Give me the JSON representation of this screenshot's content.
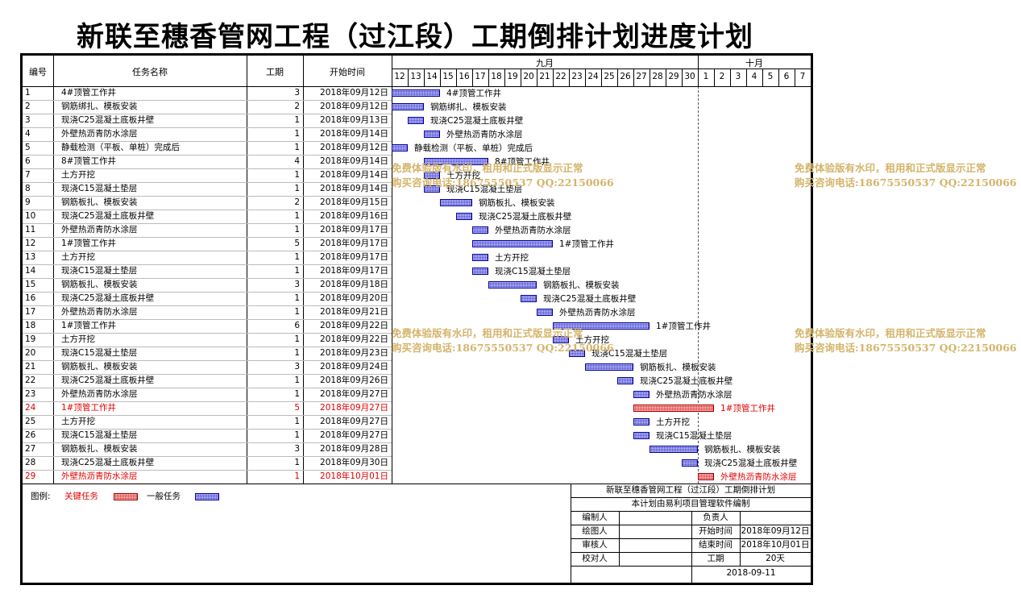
{
  "title": "新联至穗香管网工程（过江段）工期倒排计划进度计划",
  "columns": {
    "id": "编号",
    "name": "任务名称",
    "duration": "工期",
    "start": "开始时间"
  },
  "months": [
    {
      "label": "九月",
      "days": [
        "12",
        "13",
        "14",
        "15",
        "16",
        "17",
        "18",
        "19",
        "20",
        "21",
        "22",
        "23",
        "24",
        "25",
        "26",
        "27",
        "28",
        "29",
        "30"
      ]
    },
    {
      "label": "十月",
      "days": [
        "1",
        "2",
        "3",
        "4",
        "5",
        "6",
        "7"
      ]
    }
  ],
  "colors": {
    "normal": "#3a3ad8",
    "critical": "#e02020",
    "critical_text": "#e00000",
    "watermark": "#d4b46a"
  },
  "chart_data": {
    "type": "gantt",
    "date_range": [
      "2018-09-12",
      "2018-10-07"
    ],
    "tasks": [
      {
        "id": "1",
        "name": "4#顶管工作井",
        "duration": "3",
        "start": "2018年09月12日",
        "start_date": "2018-09-12",
        "critical": false
      },
      {
        "id": "2",
        "name": "钢筋绑扎、模板安装",
        "duration": "2",
        "start": "2018年09月12日",
        "start_date": "2018-09-12",
        "critical": false
      },
      {
        "id": "3",
        "name": "现浇C25混凝土底板井壁",
        "duration": "1",
        "start": "2018年09月13日",
        "start_date": "2018-09-13",
        "critical": false
      },
      {
        "id": "4",
        "name": "外壁热沥青防水涂层",
        "duration": "1",
        "start": "2018年09月14日",
        "start_date": "2018-09-14",
        "critical": false
      },
      {
        "id": "5",
        "name": "静载检测（平板、单桩）完成后",
        "duration": "1",
        "start": "2018年09月12日",
        "start_date": "2018-09-12",
        "critical": false
      },
      {
        "id": "6",
        "name": "8#顶管工作井",
        "duration": "4",
        "start": "2018年09月14日",
        "start_date": "2018-09-14",
        "critical": false
      },
      {
        "id": "7",
        "name": "土方开挖",
        "duration": "1",
        "start": "2018年09月14日",
        "start_date": "2018-09-14",
        "critical": false
      },
      {
        "id": "8",
        "name": "现浇C15混凝土垫层",
        "duration": "1",
        "start": "2018年09月14日",
        "start_date": "2018-09-14",
        "critical": false
      },
      {
        "id": "9",
        "name": "钢筋板扎、模板安装",
        "duration": "2",
        "start": "2018年09月15日",
        "start_date": "2018-09-15",
        "critical": false
      },
      {
        "id": "10",
        "name": "现浇C25混凝土底板井壁",
        "duration": "1",
        "start": "2018年09月16日",
        "start_date": "2018-09-16",
        "critical": false
      },
      {
        "id": "11",
        "name": "外壁热沥青防水涂层",
        "duration": "1",
        "start": "2018年09月17日",
        "start_date": "2018-09-17",
        "critical": false
      },
      {
        "id": "12",
        "name": "1#顶管工作井",
        "duration": "5",
        "start": "2018年09月17日",
        "start_date": "2018-09-17",
        "critical": false
      },
      {
        "id": "13",
        "name": "土方开挖",
        "duration": "1",
        "start": "2018年09月17日",
        "start_date": "2018-09-17",
        "critical": false
      },
      {
        "id": "14",
        "name": "现浇C15混凝土垫层",
        "duration": "1",
        "start": "2018年09月17日",
        "start_date": "2018-09-17",
        "critical": false
      },
      {
        "id": "15",
        "name": "钢筋板扎、模板安装",
        "duration": "3",
        "start": "2018年09月18日",
        "start_date": "2018-09-18",
        "critical": false
      },
      {
        "id": "16",
        "name": "现浇C25混凝土底板井壁",
        "duration": "1",
        "start": "2018年09月20日",
        "start_date": "2018-09-20",
        "critical": false
      },
      {
        "id": "17",
        "name": "外壁热沥青防水涂层",
        "duration": "1",
        "start": "2018年09月21日",
        "start_date": "2018-09-21",
        "critical": false
      },
      {
        "id": "18",
        "name": "1#顶管工作井",
        "duration": "6",
        "start": "2018年09月22日",
        "start_date": "2018-09-22",
        "critical": false
      },
      {
        "id": "19",
        "name": "土方开挖",
        "duration": "1",
        "start": "2018年09月22日",
        "start_date": "2018-09-22",
        "critical": false
      },
      {
        "id": "20",
        "name": "现浇C15混凝土垫层",
        "duration": "1",
        "start": "2018年09月23日",
        "start_date": "2018-09-23",
        "critical": false
      },
      {
        "id": "21",
        "name": "钢筋板扎、模板安装",
        "duration": "3",
        "start": "2018年09月24日",
        "start_date": "2018-09-24",
        "critical": false
      },
      {
        "id": "22",
        "name": "现浇C25混凝土底板井壁",
        "duration": "1",
        "start": "2018年09月26日",
        "start_date": "2018-09-26",
        "critical": false
      },
      {
        "id": "23",
        "name": "外壁热沥青防水涂层",
        "duration": "1",
        "start": "2018年09月27日",
        "start_date": "2018-09-27",
        "critical": false
      },
      {
        "id": "24",
        "name": "1#顶管工作井",
        "duration": "5",
        "start": "2018年09月27日",
        "start_date": "2018-09-27",
        "critical": true
      },
      {
        "id": "25",
        "name": "土方开挖",
        "duration": "1",
        "start": "2018年09月27日",
        "start_date": "2018-09-27",
        "critical": false
      },
      {
        "id": "26",
        "name": "现浇C15混凝土垫层",
        "duration": "1",
        "start": "2018年09月27日",
        "start_date": "2018-09-27",
        "critical": false
      },
      {
        "id": "27",
        "name": "钢筋板扎、模板安装",
        "duration": "3",
        "start": "2018年09月28日",
        "start_date": "2018-09-28",
        "critical": false
      },
      {
        "id": "28",
        "name": "现浇C25混凝土底板井壁",
        "duration": "1",
        "start": "2018年09月30日",
        "start_date": "2018-09-30",
        "critical": false
      },
      {
        "id": "29",
        "name": "外壁热沥青防水涂层",
        "duration": "1",
        "start": "2018年10月01日",
        "start_date": "2018-10-01",
        "critical": true
      }
    ]
  },
  "legend": {
    "label": "图例:",
    "critical": "关键任务",
    "normal": "一般任务"
  },
  "watermark": {
    "line1": "免费体验版有水印，租用和正式版显示正常",
    "line2": "购买咨询电话:18675550537 QQ:22150066"
  },
  "footer": {
    "plan_title": "新联至穗香管网工程（过江段）工期倒排计划",
    "subtitle": "本计划由易利项目管理软件编制",
    "rows": [
      {
        "k1": "编制人",
        "v1": "",
        "k2": "负责人",
        "v2": ""
      },
      {
        "k1": "绘图人",
        "v1": "",
        "k2": "开始时间",
        "v2": "2018年09月12日"
      },
      {
        "k1": "审核人",
        "v1": "",
        "k2": "结束时间",
        "v2": "2018年10月01日"
      },
      {
        "k1": "校对人",
        "v1": "",
        "k2": "工期",
        "v2": "20天"
      }
    ],
    "date": "2018-09-11"
  }
}
